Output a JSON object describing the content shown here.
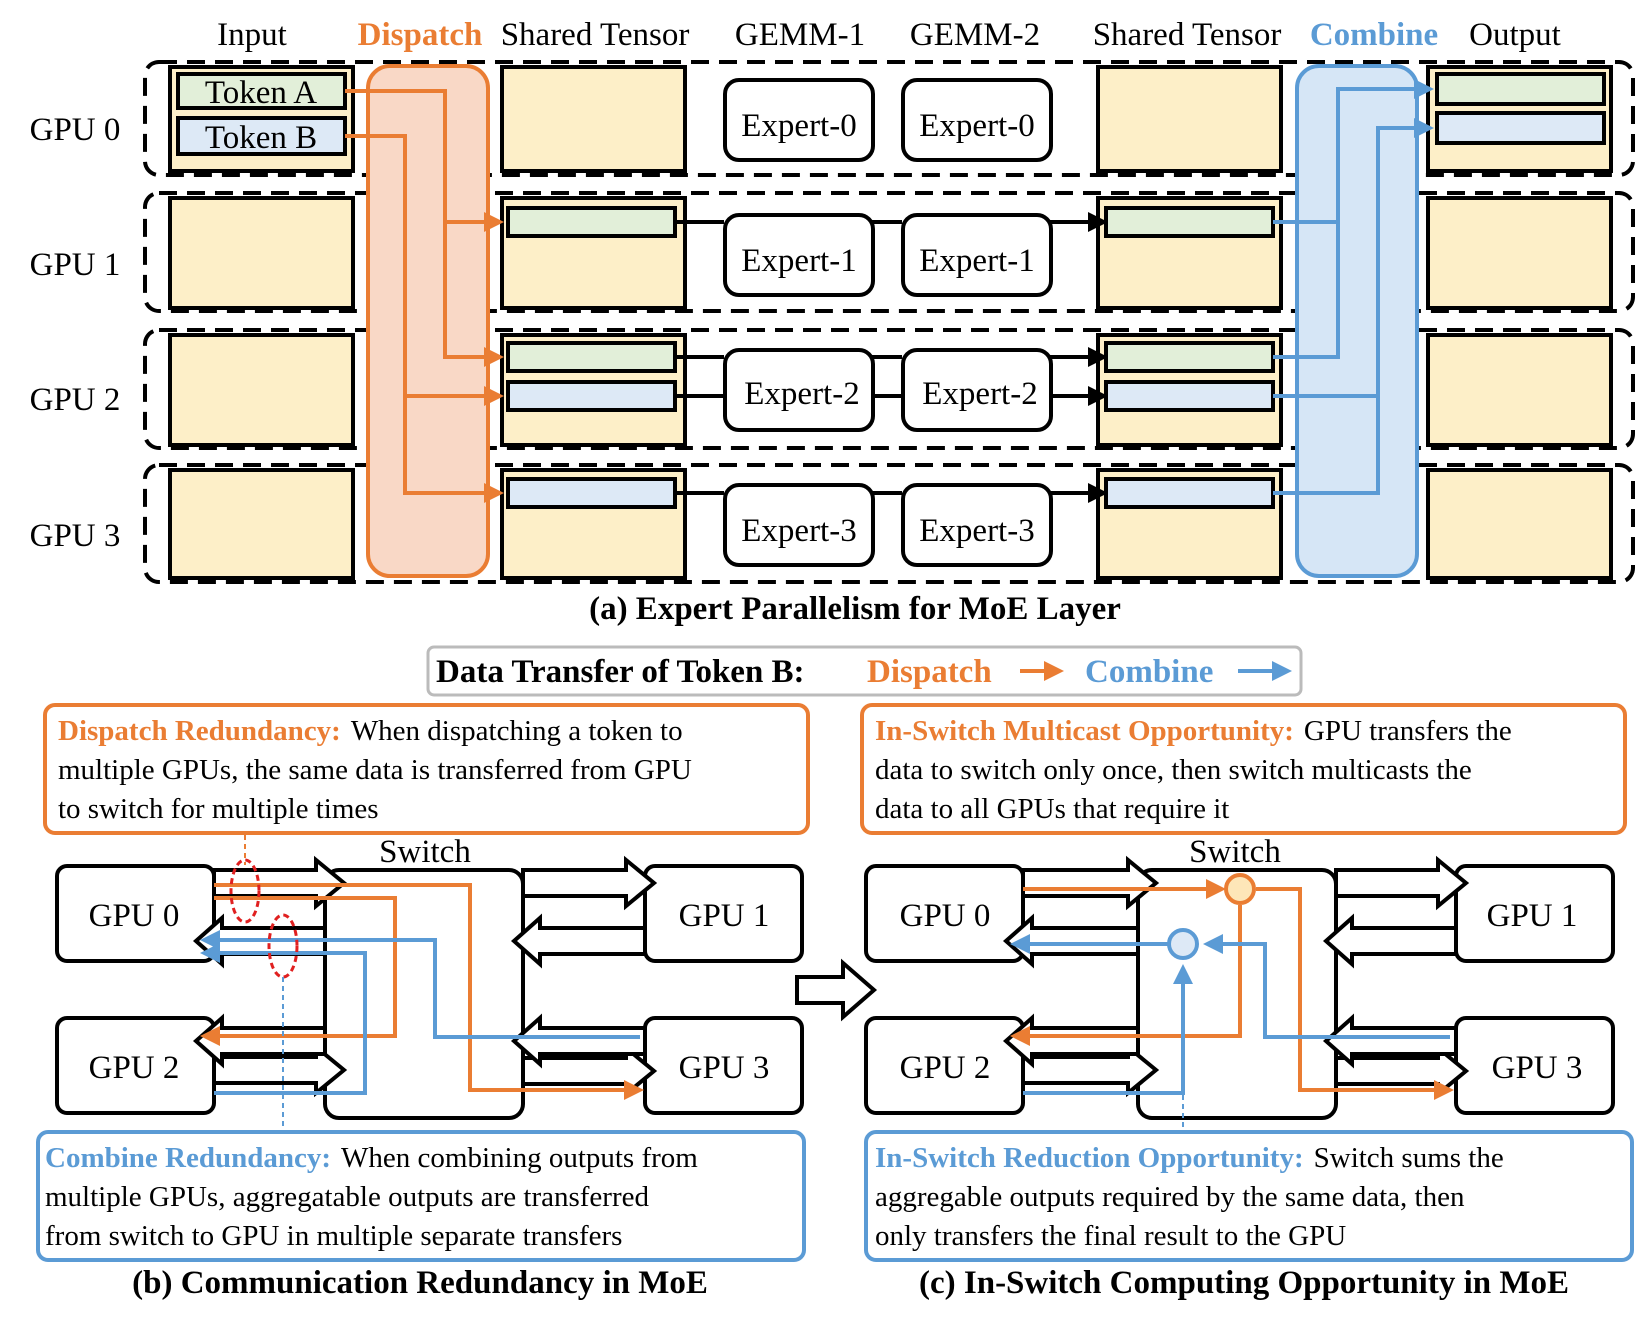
{
  "colors": {
    "dispatch": "#ea7d33",
    "combine": "#5b9bd5",
    "tensor_fill": "#fdefc8",
    "token_a_fill": "#e2efd9",
    "token_b_fill": "#dde9f6",
    "dispatch_band": "#f9d8c6",
    "combine_band": "#d6e6f6"
  },
  "panel_a": {
    "headers": {
      "input": "Input",
      "dispatch": "Dispatch",
      "shared_tensor_1": "Shared Tensor",
      "gemm1": "GEMM-1",
      "gemm2": "GEMM-2",
      "shared_tensor_2": "Shared Tensor",
      "combine": "Combine",
      "output": "Output"
    },
    "gpus": [
      "GPU 0",
      "GPU 1",
      "GPU 2",
      "GPU 3"
    ],
    "token_a": "Token A",
    "token_b": "Token B",
    "experts": [
      [
        "Expert-0",
        "Expert-0"
      ],
      [
        "Expert-1",
        "Expert-1"
      ],
      [
        "Expert-2",
        "Expert-2"
      ],
      [
        "Expert-3",
        "Expert-3"
      ]
    ],
    "caption": "(a) Expert Parallelism for MoE Layer"
  },
  "legend": {
    "title": "Data Transfer of Token B:",
    "dispatch": "Dispatch",
    "combine": "Combine"
  },
  "panel_b": {
    "note_dispatch_title": "Dispatch Redundancy:",
    "note_dispatch_lines": [
      "When dispatching a token to",
      "multiple GPUs, the same data is transferred from GPU",
      "to switch for multiple times"
    ],
    "switch": "Switch",
    "gpus": [
      "GPU 0",
      "GPU 1",
      "GPU 2",
      "GPU 3"
    ],
    "note_combine_title": "Combine Redundancy:",
    "note_combine_lines": [
      "When combining outputs from",
      "multiple GPUs, aggregatable outputs are transferred",
      "from switch to GPU in multiple separate transfers"
    ],
    "caption": "(b) Communication Redundancy in MoE"
  },
  "panel_c": {
    "note_multicast_title": "In-Switch Multicast Opportunity:",
    "note_multicast_lines": [
      "GPU transfers the",
      "data to switch only once, then switch multicasts the",
      "data to all GPUs that require it"
    ],
    "switch": "Switch",
    "gpus": [
      "GPU 0",
      "GPU 1",
      "GPU 2",
      "GPU 3"
    ],
    "note_reduction_title": "In-Switch Reduction Opportunity:",
    "note_reduction_lines": [
      "Switch sums the",
      "aggregable outputs required by the same data, then",
      "only transfers the final result to the GPU"
    ],
    "caption": "(c) In-Switch Computing Opportunity in MoE"
  }
}
